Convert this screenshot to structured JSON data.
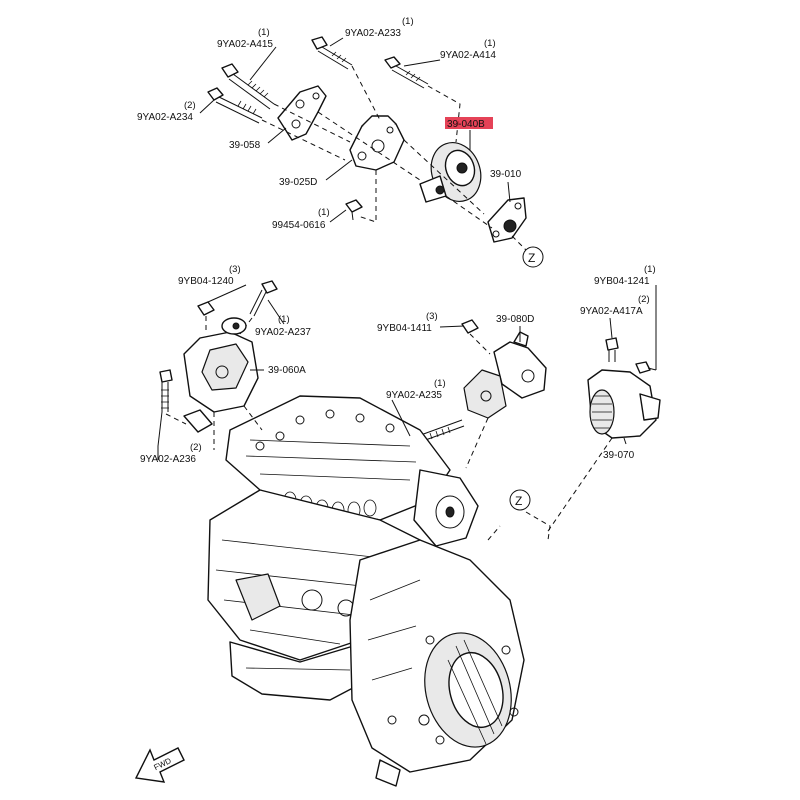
{
  "highlight_color": "#e0213a",
  "callouts": {
    "c_9YA02_A415": {
      "qty": "(1)",
      "part": "9YA02-A415"
    },
    "c_9YA02_A233": {
      "qty": "(1)",
      "part": "9YA02-A233"
    },
    "c_9YA02_A414": {
      "qty": "(1)",
      "part": "9YA02-A414"
    },
    "c_9YA02_A234": {
      "qty": "(2)",
      "part": "9YA02-A234"
    },
    "c_39_058": {
      "part": "39-058"
    },
    "c_39_040B": {
      "part": "39-040B"
    },
    "c_39_025D": {
      "part": "39-025D"
    },
    "c_39_010": {
      "part": "39-010"
    },
    "c_99454_0616": {
      "qty": "(1)",
      "part": "99454-0616"
    },
    "c_9YB04_1240": {
      "qty": "(3)",
      "part": "9YB04-1240"
    },
    "c_9YA02_A237": {
      "qty": "(1)",
      "part": "9YA02-A237"
    },
    "c_39_060A": {
      "part": "39-060A"
    },
    "c_9YA02_A236": {
      "qty": "(2)",
      "part": "9YA02-A236"
    },
    "c_9YB04_1411": {
      "qty": "(3)",
      "part": "9YB04-1411"
    },
    "c_39_080D": {
      "part": "39-080D"
    },
    "c_9YA02_A235": {
      "qty": "(1)",
      "part": "9YA02-A235"
    },
    "c_9YB04_1241": {
      "qty": "(1)",
      "part": "9YB04-1241"
    },
    "c_9YA02_A417A": {
      "qty": "(2)",
      "part": "9YA02-A417A"
    },
    "c_39_070": {
      "part": "39-070"
    }
  },
  "markers": {
    "z_top": "Z",
    "z_bottom": "Z"
  },
  "fwd_label": "FWD"
}
